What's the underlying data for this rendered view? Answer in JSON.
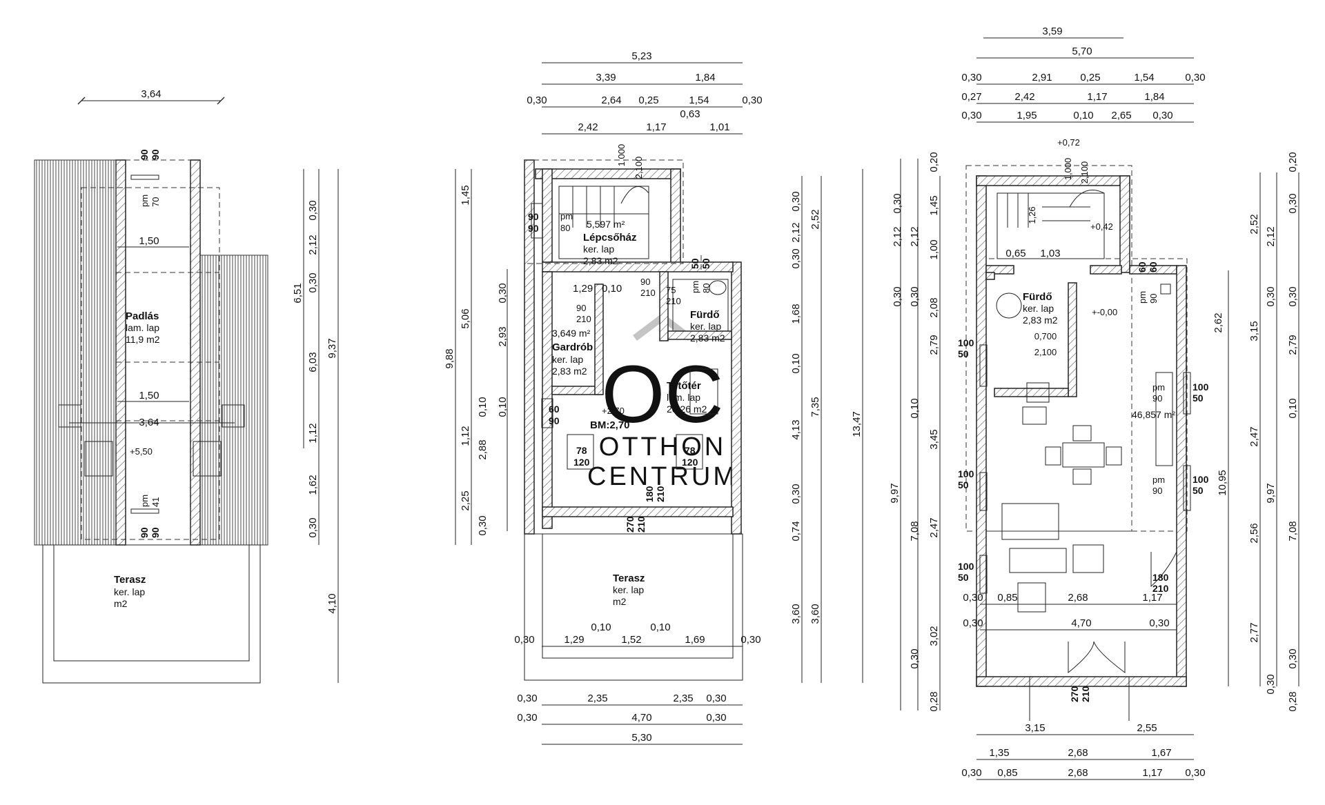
{
  "watermark": {
    "logo": "OC",
    "line1": "OTTHON",
    "line2": "CENTRUM"
  },
  "attic": {
    "top_dims": [
      "3,64"
    ],
    "right_dims_inner": [
      "0,30",
      "2,12",
      "0,30",
      "6,03",
      "1,12",
      "1,62",
      "0,30"
    ],
    "right_dims_mid": [
      "6,51"
    ],
    "right_dims_outer": [
      "9,37",
      "4,10"
    ],
    "inner": [
      "1,50",
      "1,50",
      "3,64"
    ],
    "level": "+5,50",
    "window_top": [
      "90",
      "90"
    ],
    "window_bottom": [
      "90",
      "90"
    ],
    "pm_top": [
      "pm",
      "70"
    ],
    "pm_bottom": [
      "pm",
      "41"
    ],
    "room": {
      "name": "Padlás",
      "floor": "lam. lap",
      "area": "11,9 m2"
    },
    "terrace": {
      "name": "Terasz",
      "floor": "ker. lap",
      "area": "m2"
    }
  },
  "upper": {
    "top_dims_1": [
      "5,23"
    ],
    "top_dims_2": [
      "3,39",
      "1,84"
    ],
    "top_dims_3": [
      "0,30",
      "2,64",
      "0,25",
      "1,54",
      "0,30"
    ],
    "top_dims_4": [
      "0,63",
      "2,42",
      "1,17",
      "1,01"
    ],
    "left_outer": [
      "9,88"
    ],
    "left_mid": [
      "1,45",
      "5,06",
      "1,12",
      "2,25"
    ],
    "left_inner": [
      "0,30",
      "2,93",
      "0,10",
      "2,88",
      "0,30"
    ],
    "left_inner2": [
      "0,10"
    ],
    "right_inner": [
      "0,30",
      "2,12",
      "0,30",
      "1,68",
      "0,10",
      "4,13",
      "0,30",
      "0,74",
      "3,60"
    ],
    "right_mid": [
      "2,52",
      "7,35",
      "3,60"
    ],
    "right_outer": [
      "13,47"
    ],
    "bottom_dims_1": [
      "0,30",
      "2,35",
      "2,35",
      "0,30"
    ],
    "bottom_dims_2": [
      "0,30",
      "4,70",
      "0,30"
    ],
    "bottom_dims_3": [
      "5,30"
    ],
    "terrace_dims": [
      "0,30",
      "1,29",
      "0,10",
      "1,52",
      "0,10",
      "1,69",
      "0,30"
    ],
    "stair": {
      "name": "Lépcsőház",
      "area": "5,597 m²",
      "floor": "ker. lap",
      "floor_area": "2,83 m2",
      "door": [
        "1,000",
        "2,100"
      ],
      "pm": [
        "pm",
        "80"
      ]
    },
    "gardrob": {
      "name": "Gardrób",
      "area": "3,649 m²",
      "floor": "ker. lap",
      "floor_area": "2,83 m2",
      "dims": [
        "1,29",
        "0,10"
      ],
      "door": [
        "90",
        "210"
      ]
    },
    "bath": {
      "name": "Fürdő",
      "floor": "ker. lap",
      "area": "2,83 m2",
      "door": [
        "75",
        "210"
      ],
      "pm": [
        "pm",
        "80"
      ],
      "win": [
        "50",
        "50"
      ]
    },
    "main": {
      "name": "Tetőtér",
      "floor": "lam. lap",
      "area": "20,26 m2",
      "level": "+2,70",
      "bm": "BM:2,70"
    },
    "openings": {
      "door_main": [
        "90",
        "210"
      ],
      "win_left": [
        "90",
        "90"
      ],
      "win_left2": [
        "60",
        "90"
      ],
      "roof_win_1": [
        "78",
        "120"
      ],
      "roof_win_2": [
        "78",
        "120"
      ],
      "door_terrace": [
        "180",
        "210"
      ],
      "door_terrace2": [
        "270",
        "210"
      ]
    },
    "terrace": {
      "name": "Terasz",
      "floor": "ker. lap",
      "area": "m2"
    }
  },
  "ground": {
    "top_dims_1": [
      "3,59"
    ],
    "top_dims_2": [
      "5,70"
    ],
    "top_dims_3": [
      "0,30",
      "2,91",
      "0,25",
      "1,54",
      "0,30"
    ],
    "top_dims_4": [
      "0,27",
      "2,42",
      "1,17",
      "1,84"
    ],
    "top_dims_5": [
      "0,30",
      "1,95",
      "0,10",
      "2,65",
      "0,30"
    ],
    "levels": [
      "+0,72",
      "+0,42",
      "+-0,00"
    ],
    "left_outer": [
      "0,20",
      "1,45",
      "1,00",
      "2,08",
      "2,79",
      "3,45",
      "2,47",
      "3,02",
      "0,30",
      "0,28"
    ],
    "left_outer2": [
      "9,97",
      "7,08"
    ],
    "left_inner": [
      "2,12",
      "0,30",
      "2,12",
      "0,30",
      "0,10",
      "0,30"
    ],
    "right_outer": [
      "0,20",
      "0,30",
      "0,30",
      "2,79",
      "0,10",
      "9,97",
      "7,08",
      "0,30",
      "0,28"
    ],
    "right_mid": [
      "2,52",
      "2,12",
      "0,30",
      "3,15",
      "2,47",
      "2,56",
      "2,77",
      "0,30"
    ],
    "right_far": [
      "10,95",
      "2,62"
    ],
    "bottom_dims_1": [
      "3,15",
      "2,55"
    ],
    "bottom_dims_2": [
      "1,35",
      "2,68",
      "1,67"
    ],
    "bottom_dims_3": [
      "0,30",
      "0,85",
      "2,68",
      "1,17",
      "0,30"
    ],
    "inner_dims_1": [
      "0,30",
      "0,85",
      "2,68",
      "1,17"
    ],
    "inner_dims_2": [
      "0,30",
      "4,70",
      "0,30"
    ],
    "stair": {
      "door": [
        "1,000",
        "2,100"
      ],
      "d1": "1,26",
      "d2": "0,65",
      "d3": "1,03"
    },
    "bath": {
      "name": "Fürdő",
      "floor": "ker. lap",
      "area": "2,83 m2",
      "door": [
        "0,700",
        "2,100"
      ],
      "pm": [
        "pm",
        "90"
      ],
      "win": [
        "60",
        "60"
      ]
    },
    "living": {
      "area": "46,857 m²",
      "pm1": [
        "pm",
        "90"
      ],
      "pm2": [
        "pm",
        "90"
      ]
    },
    "openings": {
      "w1": [
        "100",
        "50"
      ],
      "w2": [
        "100",
        "50"
      ],
      "w3": [
        "100",
        "50"
      ],
      "w4": [
        "100",
        "50"
      ],
      "w5": [
        "100",
        "50"
      ],
      "d_side": [
        "180",
        "210"
      ],
      "d_front": [
        "270",
        "210"
      ]
    }
  }
}
